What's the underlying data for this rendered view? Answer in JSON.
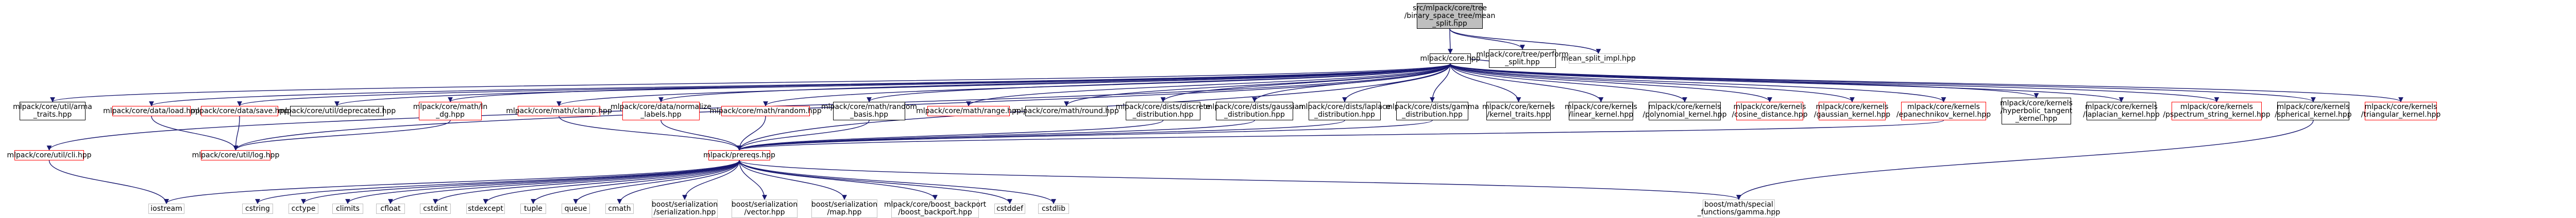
{
  "diagram": {
    "title": "Include dependency graph",
    "colors": {
      "edge": "#191970",
      "root_fill": "#bfbfbf",
      "missing_border": "#ff0000",
      "external_border": "#bfbfbf"
    },
    "nodes": [
      {
        "id": "root",
        "label": "src/mlpack/core/tree\n/binary_space_tree/mean\n_split.hpp",
        "kind": "root"
      },
      {
        "id": "core",
        "label": "mlpack/core.hpp",
        "kind": "normal"
      },
      {
        "id": "perf",
        "label": "mlpack/core/tree/perform\n_split.hpp",
        "kind": "normal"
      },
      {
        "id": "mimpl",
        "label": "mean_split_impl.hpp",
        "kind": "external"
      },
      {
        "id": "arma",
        "label": "mlpack/core/util/arma\n_traits.hpp",
        "kind": "normal"
      },
      {
        "id": "load",
        "label": "mlpack/core/data/load.hpp",
        "kind": "missing"
      },
      {
        "id": "save",
        "label": "mlpack/core/data/save.hpp",
        "kind": "missing"
      },
      {
        "id": "depr",
        "label": "mlpack/core/util/deprecated.hpp",
        "kind": "normal"
      },
      {
        "id": "lndg",
        "label": "mlpack/core/math/ln\n_dg.hpp",
        "kind": "missing"
      },
      {
        "id": "clamp",
        "label": "mlpack/core/math/clamp.hpp",
        "kind": "missing"
      },
      {
        "id": "norm",
        "label": "mlpack/core/data/normalize\n_labels.hpp",
        "kind": "missing"
      },
      {
        "id": "rand",
        "label": "mlpack/core/math/random.hpp",
        "kind": "missing"
      },
      {
        "id": "rbasis",
        "label": "mlpack/core/math/random\n_basis.hpp",
        "kind": "normal"
      },
      {
        "id": "range",
        "label": "mlpack/core/math/range.hpp",
        "kind": "missing"
      },
      {
        "id": "round",
        "label": "mlpack/core/math/round.hpp",
        "kind": "normal"
      },
      {
        "id": "ddist",
        "label": "mlpack/core/dists/discrete\n_distribution.hpp",
        "kind": "normal"
      },
      {
        "id": "gdist",
        "label": "mlpack/core/dists/gaussian\n_distribution.hpp",
        "kind": "normal"
      },
      {
        "id": "ldist",
        "label": "mlpack/core/dists/laplace\n_distribution.hpp",
        "kind": "normal"
      },
      {
        "id": "gmdist",
        "label": "mlpack/core/dists/gamma\n_distribution.hpp",
        "kind": "normal"
      },
      {
        "id": "ktr",
        "label": "mlpack/core/kernels\n/kernel_traits.hpp",
        "kind": "normal"
      },
      {
        "id": "klin",
        "label": "mlpack/core/kernels\n/linear_kernel.hpp",
        "kind": "normal"
      },
      {
        "id": "kpoly",
        "label": "mlpack/core/kernels\n/polynomial_kernel.hpp",
        "kind": "normal"
      },
      {
        "id": "kcos",
        "label": "mlpack/core/kernels\n/cosine_distance.hpp",
        "kind": "missing"
      },
      {
        "id": "kgau",
        "label": "mlpack/core/kernels\n/gaussian_kernel.hpp",
        "kind": "missing"
      },
      {
        "id": "kepa",
        "label": "mlpack/core/kernels\n/epanechnikov_kernel.hpp",
        "kind": "missing"
      },
      {
        "id": "khyp",
        "label": "mlpack/core/kernels\n/hyperbolic_tangent\n_kernel.hpp",
        "kind": "normal"
      },
      {
        "id": "klap",
        "label": "mlpack/core/kernels\n/laplacian_kernel.hpp",
        "kind": "normal"
      },
      {
        "id": "kpss",
        "label": "mlpack/core/kernels\n/pspectrum_string_kernel.hpp",
        "kind": "missing"
      },
      {
        "id": "ksph",
        "label": "mlpack/core/kernels\n/spherical_kernel.hpp",
        "kind": "normal"
      },
      {
        "id": "ktri",
        "label": "mlpack/core/kernels\n/triangular_kernel.hpp",
        "kind": "missing"
      },
      {
        "id": "cli",
        "label": "mlpack/core/util/cli.hpp",
        "kind": "missing"
      },
      {
        "id": "log",
        "label": "mlpack/core/util/log.hpp",
        "kind": "missing"
      },
      {
        "id": "prereq",
        "label": "mlpack/prereqs.hpp",
        "kind": "missing"
      },
      {
        "id": "iostream",
        "label": "iostream",
        "kind": "external"
      },
      {
        "id": "cstring",
        "label": "cstring",
        "kind": "external"
      },
      {
        "id": "cctype",
        "label": "cctype",
        "kind": "external"
      },
      {
        "id": "climits",
        "label": "climits",
        "kind": "external"
      },
      {
        "id": "cfloat",
        "label": "cfloat",
        "kind": "external"
      },
      {
        "id": "cstdint",
        "label": "cstdint",
        "kind": "external"
      },
      {
        "id": "stdexcept",
        "label": "stdexcept",
        "kind": "external"
      },
      {
        "id": "tuple",
        "label": "tuple",
        "kind": "external"
      },
      {
        "id": "queue",
        "label": "queue",
        "kind": "external"
      },
      {
        "id": "cmath",
        "label": "cmath",
        "kind": "external"
      },
      {
        "id": "bser",
        "label": "boost/serialization\n/serialization.hpp",
        "kind": "external"
      },
      {
        "id": "bvec",
        "label": "boost/serialization\n/vector.hpp",
        "kind": "external"
      },
      {
        "id": "bmap",
        "label": "boost/serialization\n/map.hpp",
        "kind": "external"
      },
      {
        "id": "bbp",
        "label": "mlpack/core/boost_backport\n/boost_backport.hpp",
        "kind": "external"
      },
      {
        "id": "cstddef",
        "label": "cstddef",
        "kind": "external"
      },
      {
        "id": "cstdlib",
        "label": "cstdlib",
        "kind": "external"
      },
      {
        "id": "bgamma",
        "label": "boost/math/special\n_functions/gamma.hpp",
        "kind": "external"
      }
    ],
    "edges": [
      [
        "root",
        "core"
      ],
      [
        "root",
        "perf"
      ],
      [
        "root",
        "mimpl"
      ],
      [
        "perf",
        "core"
      ],
      [
        "core",
        "arma"
      ],
      [
        "core",
        "load"
      ],
      [
        "core",
        "save"
      ],
      [
        "core",
        "depr"
      ],
      [
        "core",
        "lndg"
      ],
      [
        "core",
        "clamp"
      ],
      [
        "core",
        "norm"
      ],
      [
        "core",
        "rand"
      ],
      [
        "core",
        "rbasis"
      ],
      [
        "core",
        "range"
      ],
      [
        "core",
        "round"
      ],
      [
        "core",
        "ddist"
      ],
      [
        "core",
        "gdist"
      ],
      [
        "core",
        "ldist"
      ],
      [
        "core",
        "gmdist"
      ],
      [
        "core",
        "ktr"
      ],
      [
        "core",
        "klin"
      ],
      [
        "core",
        "kpoly"
      ],
      [
        "core",
        "kcos"
      ],
      [
        "core",
        "kgau"
      ],
      [
        "core",
        "kepa"
      ],
      [
        "core",
        "khyp"
      ],
      [
        "core",
        "klap"
      ],
      [
        "core",
        "kpss"
      ],
      [
        "core",
        "ksph"
      ],
      [
        "core",
        "ktri"
      ],
      [
        "core",
        "cli"
      ],
      [
        "core",
        "log"
      ],
      [
        "core",
        "prereq"
      ],
      [
        "load",
        "log"
      ],
      [
        "save",
        "log"
      ],
      [
        "lndg",
        "log"
      ],
      [
        "cli",
        "iostream"
      ],
      [
        "rbasis",
        "prereq"
      ],
      [
        "clamp",
        "prereq"
      ],
      [
        "rand",
        "prereq"
      ],
      [
        "norm",
        "prereq"
      ],
      [
        "ddist",
        "prereq"
      ],
      [
        "gdist",
        "prereq"
      ],
      [
        "ldist",
        "prereq"
      ],
      [
        "gmdist",
        "prereq"
      ],
      [
        "kepa",
        "prereq"
      ],
      [
        "ksph",
        "bgamma"
      ],
      [
        "prereq",
        "iostream"
      ],
      [
        "prereq",
        "cstring"
      ],
      [
        "prereq",
        "cctype"
      ],
      [
        "prereq",
        "climits"
      ],
      [
        "prereq",
        "cfloat"
      ],
      [
        "prereq",
        "cstdint"
      ],
      [
        "prereq",
        "stdexcept"
      ],
      [
        "prereq",
        "tuple"
      ],
      [
        "prereq",
        "queue"
      ],
      [
        "prereq",
        "cmath"
      ],
      [
        "prereq",
        "bser"
      ],
      [
        "prereq",
        "bvec"
      ],
      [
        "prereq",
        "bmap"
      ],
      [
        "prereq",
        "bbp"
      ],
      [
        "prereq",
        "cstddef"
      ],
      [
        "prereq",
        "cstdlib"
      ],
      [
        "prereq",
        "bgamma"
      ]
    ]
  }
}
